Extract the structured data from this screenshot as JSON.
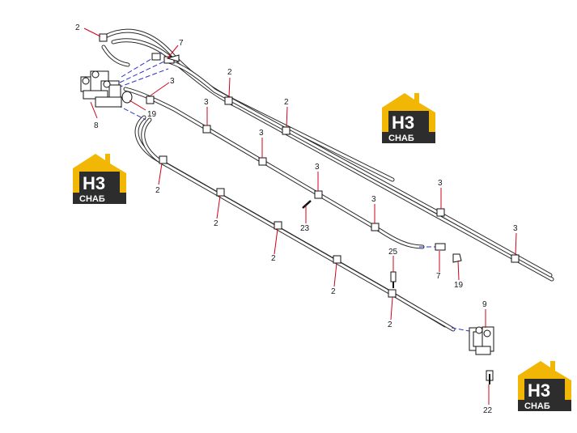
{
  "brand": {
    "mark": "H3",
    "name": "CHAБ",
    "colors": {
      "gold": "#f2b705",
      "dark": "#2d2d2d",
      "light": "#ffffff"
    }
  },
  "callouts": [
    {
      "id": "c-2-top",
      "text": "2"
    },
    {
      "id": "c-7-top",
      "text": "7"
    },
    {
      "id": "c-3-a",
      "text": "3"
    },
    {
      "id": "c-19-a",
      "text": "19"
    },
    {
      "id": "c-8",
      "text": "8"
    },
    {
      "id": "c-2-b",
      "text": "2"
    },
    {
      "id": "c-3-b",
      "text": "3"
    },
    {
      "id": "c-2-c",
      "text": "2"
    },
    {
      "id": "c-3-c",
      "text": "3"
    },
    {
      "id": "c-3-d",
      "text": "3"
    },
    {
      "id": "c-3-e",
      "text": "3"
    },
    {
      "id": "c-3-f",
      "text": "3"
    },
    {
      "id": "c-3-g",
      "text": "3"
    },
    {
      "id": "c-23",
      "text": "23"
    },
    {
      "id": "c-7-b",
      "text": "7"
    },
    {
      "id": "c-19-b",
      "text": "19"
    },
    {
      "id": "c-25",
      "text": "25"
    },
    {
      "id": "c-2-d",
      "text": "2"
    },
    {
      "id": "c-2-e",
      "text": "2"
    },
    {
      "id": "c-2-f",
      "text": "2"
    },
    {
      "id": "c-2-g",
      "text": "2"
    },
    {
      "id": "c-2-h",
      "text": "2"
    },
    {
      "id": "c-9",
      "text": "9"
    },
    {
      "id": "c-22",
      "text": "22"
    }
  ]
}
